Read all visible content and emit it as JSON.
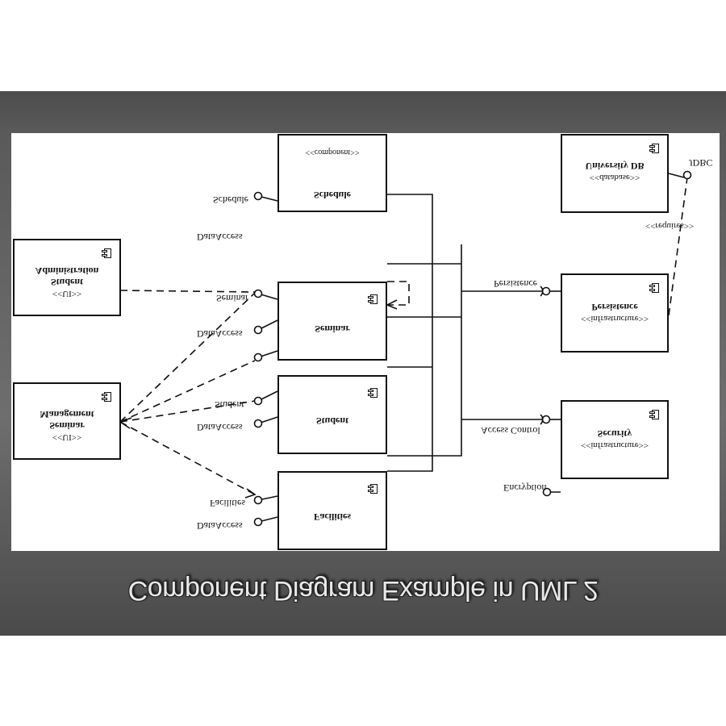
{
  "caption": "Component Diagram Example in UML 2",
  "components": {
    "student_admin": {
      "stereotype": "<<UI>>",
      "name_line1": "Student",
      "name_line2": "Administration"
    },
    "seminar_mgmt": {
      "stereotype": "<<UI>>",
      "name_line1": "Seminar",
      "name_line2": "Management"
    },
    "schedule": {
      "name": "Schedule",
      "stereotype": "<<component>>"
    },
    "seminar": {
      "name": "Seminar"
    },
    "student": {
      "name": "Student"
    },
    "facilities": {
      "name": "Facilities"
    },
    "university_db": {
      "stereotype": "<<database>>",
      "name": "University DB"
    },
    "persistence": {
      "stereotype": "<<infrastructure>>",
      "name": "Persistence"
    },
    "security": {
      "stereotype": "<<infrastructure>>",
      "name": "Security"
    }
  },
  "ports": {
    "schedule": "Schedule",
    "data_access": "DataAccess",
    "seminar": "Seminar",
    "student": "Student",
    "facilities": "Facilities",
    "persistence": "Persistence",
    "access_control": "Access Control",
    "encryption": "Encryption",
    "jdbc": "JDBC"
  },
  "requires_label": "<<requires>>"
}
